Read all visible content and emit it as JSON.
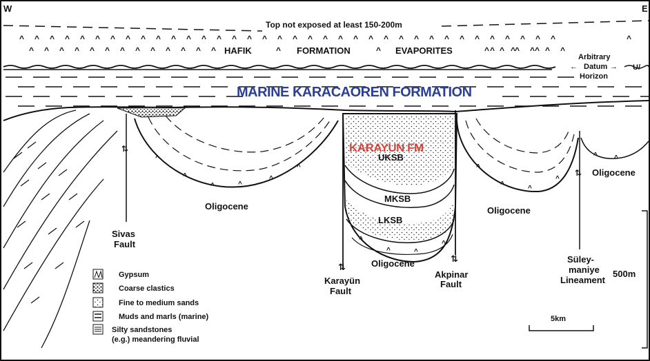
{
  "compass": {
    "west": "W",
    "east": "E"
  },
  "top_note": "Top not exposed at least 150-200m",
  "hafik_label": {
    "w1": "HAFIK",
    "w2": "FORMATION",
    "w3": "EVAPORITES"
  },
  "datum": {
    "line1": "Arbitrary",
    "line2": "Datum",
    "line3": "Horizon",
    "right": "U/"
  },
  "overlay_labels": {
    "marine": "MARINE KARACAOREN FORMATION",
    "karayun_fm": "KARAYUN FM"
  },
  "units": {
    "uksb": "UKSB",
    "mksb": "MKSB",
    "lksb": "LKSB"
  },
  "oligocene": {
    "left": "Oligocene",
    "center": "Oligocene",
    "right": "Oligocene",
    "far_right": "Oligocene"
  },
  "faults": {
    "sivas": {
      "line1": "Sivas",
      "line2": "Fault"
    },
    "karayun": {
      "line1": "Karayün",
      "line2": "Fault"
    },
    "akpinar": {
      "line1": "Akpinar",
      "line2": "Fault"
    },
    "suleymaniye": {
      "line1": "Süley-",
      "line2": "maniye",
      "line3": "Lineament"
    }
  },
  "scales": {
    "vertical": "500m",
    "horizontal": "5km"
  },
  "legend": [
    {
      "icon": "gypsum-icon",
      "label": "Gypsum"
    },
    {
      "icon": "coarse-clastics-icon",
      "label": "Coarse clastics"
    },
    {
      "icon": "fine-sands-icon",
      "label": "Fine to medium sands"
    },
    {
      "icon": "muds-marls-icon",
      "label": "Muds and marls (marine)"
    },
    {
      "icon": "silty-sandstones-icon",
      "label": "Silty sandstones",
      "label2": "(e.g.) meandering fluvial"
    }
  ],
  "colors": {
    "marine_label": "#2b3f93",
    "karayun_label": "#e0433a",
    "line": "#111111"
  }
}
